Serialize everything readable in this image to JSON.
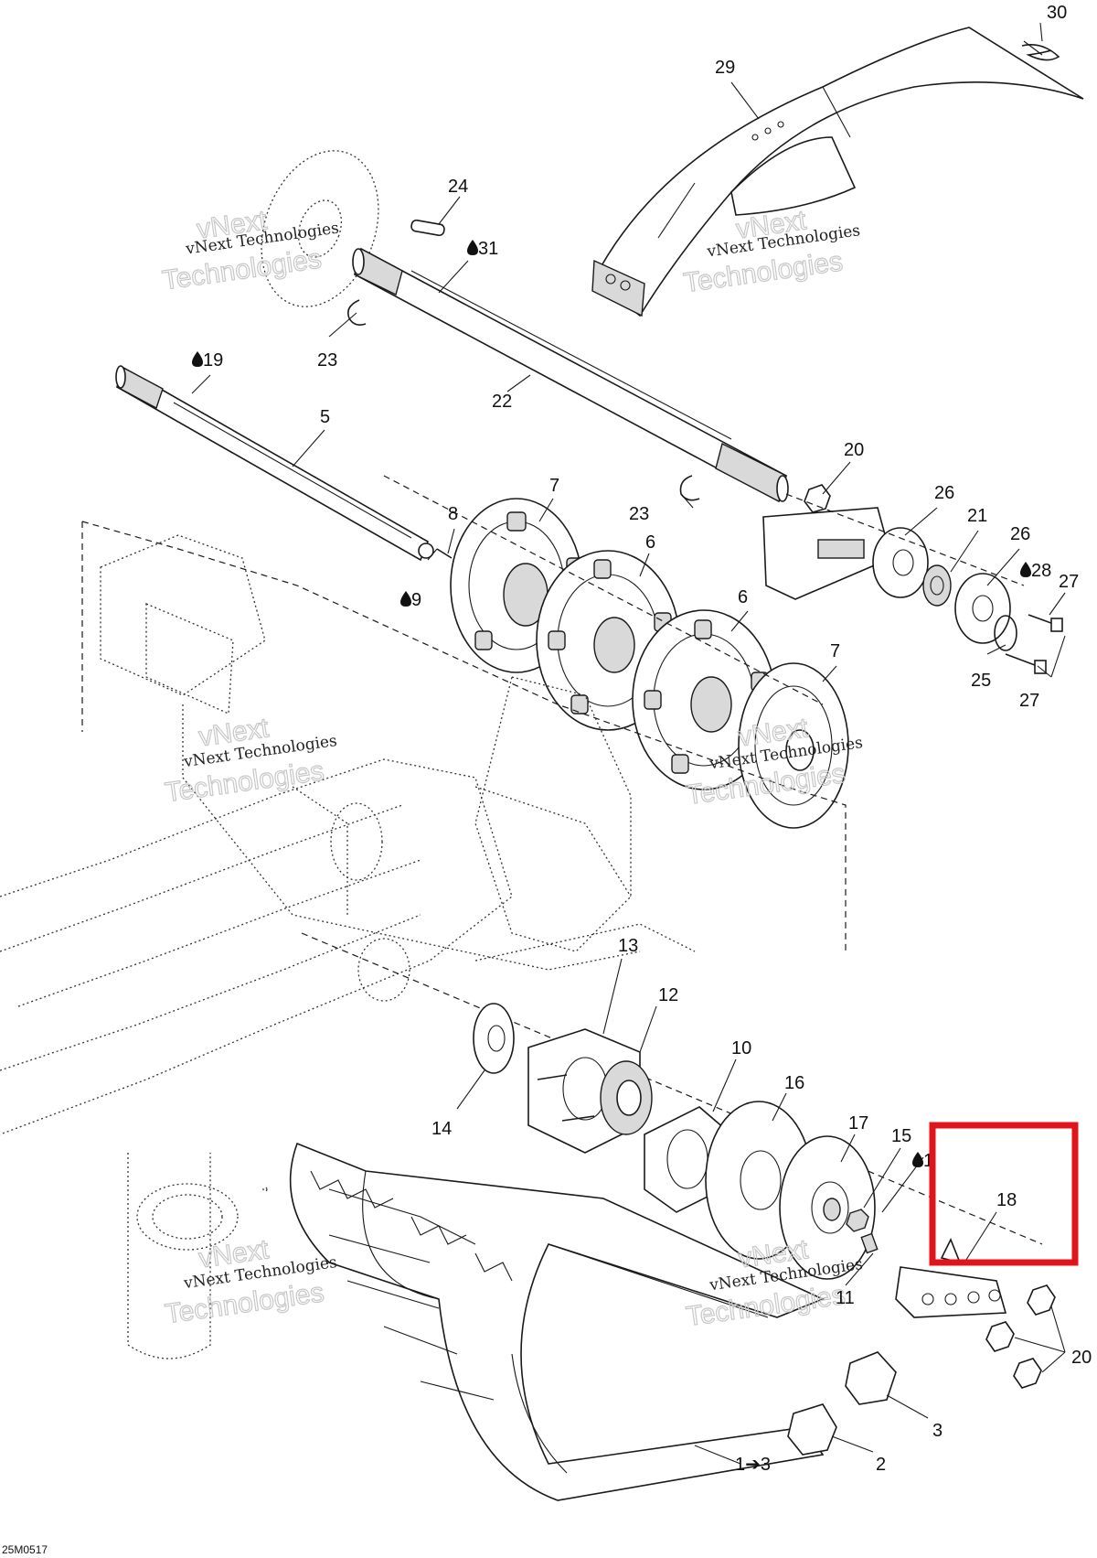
{
  "diagram": {
    "drawing_code": "25M0517",
    "watermark": {
      "line1": "vNext Technologies",
      "line2": "vNext",
      "line3": "Technologies"
    },
    "callouts": [
      {
        "id": "c30",
        "text": "30"
      },
      {
        "id": "c29",
        "text": "29"
      },
      {
        "id": "c24",
        "text": "24"
      },
      {
        "id": "c31",
        "text": "31"
      },
      {
        "id": "c23a",
        "text": "23"
      },
      {
        "id": "c19",
        "text": "19"
      },
      {
        "id": "c5",
        "text": "5"
      },
      {
        "id": "c22",
        "text": "22"
      },
      {
        "id": "c20a",
        "text": "20"
      },
      {
        "id": "c26a",
        "text": "26"
      },
      {
        "id": "c21",
        "text": "21"
      },
      {
        "id": "c26b",
        "text": "26"
      },
      {
        "id": "c28",
        "text": "28"
      },
      {
        "id": "c27a",
        "text": "27"
      },
      {
        "id": "c8",
        "text": "8"
      },
      {
        "id": "c9",
        "text": "9"
      },
      {
        "id": "c7a",
        "text": "7"
      },
      {
        "id": "c6a",
        "text": "6"
      },
      {
        "id": "c23b",
        "text": "23"
      },
      {
        "id": "c6b",
        "text": "6"
      },
      {
        "id": "c7b",
        "text": "7"
      },
      {
        "id": "c25",
        "text": "25"
      },
      {
        "id": "c27b",
        "text": "27"
      },
      {
        "id": "c13",
        "text": "13"
      },
      {
        "id": "c12",
        "text": "12"
      },
      {
        "id": "c10",
        "text": "10"
      },
      {
        "id": "c16",
        "text": "16"
      },
      {
        "id": "c17",
        "text": "17"
      },
      {
        "id": "c15",
        "text": "15"
      },
      {
        "id": "c1x",
        "text": "1"
      },
      {
        "id": "c14",
        "text": "14"
      },
      {
        "id": "c18",
        "text": "18"
      },
      {
        "id": "c11",
        "text": "11"
      },
      {
        "id": "c20b",
        "text": "20"
      },
      {
        "id": "c3",
        "text": "3"
      },
      {
        "id": "c2",
        "text": "2"
      },
      {
        "id": "c1to3",
        "text": "1➔3"
      }
    ],
    "lubrication_marks": [
      "19",
      "31",
      "9",
      "28",
      "1"
    ],
    "highlight": {
      "target": "18",
      "color": "#e0141b"
    }
  }
}
